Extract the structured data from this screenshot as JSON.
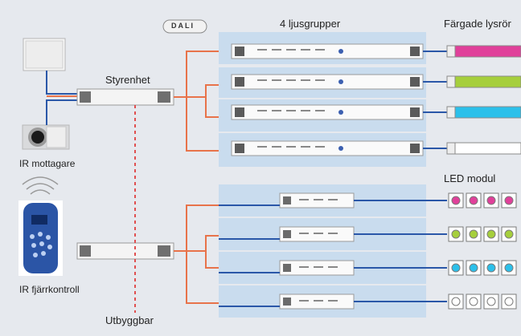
{
  "labels": {
    "dali": "DALI",
    "groups": "4 ljusgrupper",
    "colored_tubes": "Färgade lysrör",
    "controller": "Styrenhet",
    "ir_receiver": "IR mottagare",
    "led_module": "LED modul",
    "ir_remote": "IR fjärrkontroll",
    "expandable": "Utbyggbar"
  },
  "colors": {
    "background": "#e6e9ee",
    "panel": "#c9dcee",
    "wire_blue": "#2a57a8",
    "wire_orange": "#e8734a",
    "dashed_red": "#e05050",
    "tube_pink": "#e0409a",
    "tube_green": "#a6cf3c",
    "tube_cyan": "#2cc0ea",
    "tube_white": "#ffffff",
    "remote": "#2b55a6"
  },
  "tubes": [
    {
      "color": "pink"
    },
    {
      "color": "green"
    },
    {
      "color": "cyan"
    },
    {
      "color": "white"
    }
  ],
  "led_rows": [
    {
      "color": "pink"
    },
    {
      "color": "green"
    },
    {
      "color": "cyan"
    },
    {
      "color": "white"
    }
  ],
  "icons": [
    "wall-switch-icon",
    "ir-receiver-icon",
    "ir-remote-icon",
    "signal-wave-icon",
    "controller-unit-icon",
    "ballast-icon",
    "led-driver-icon"
  ]
}
